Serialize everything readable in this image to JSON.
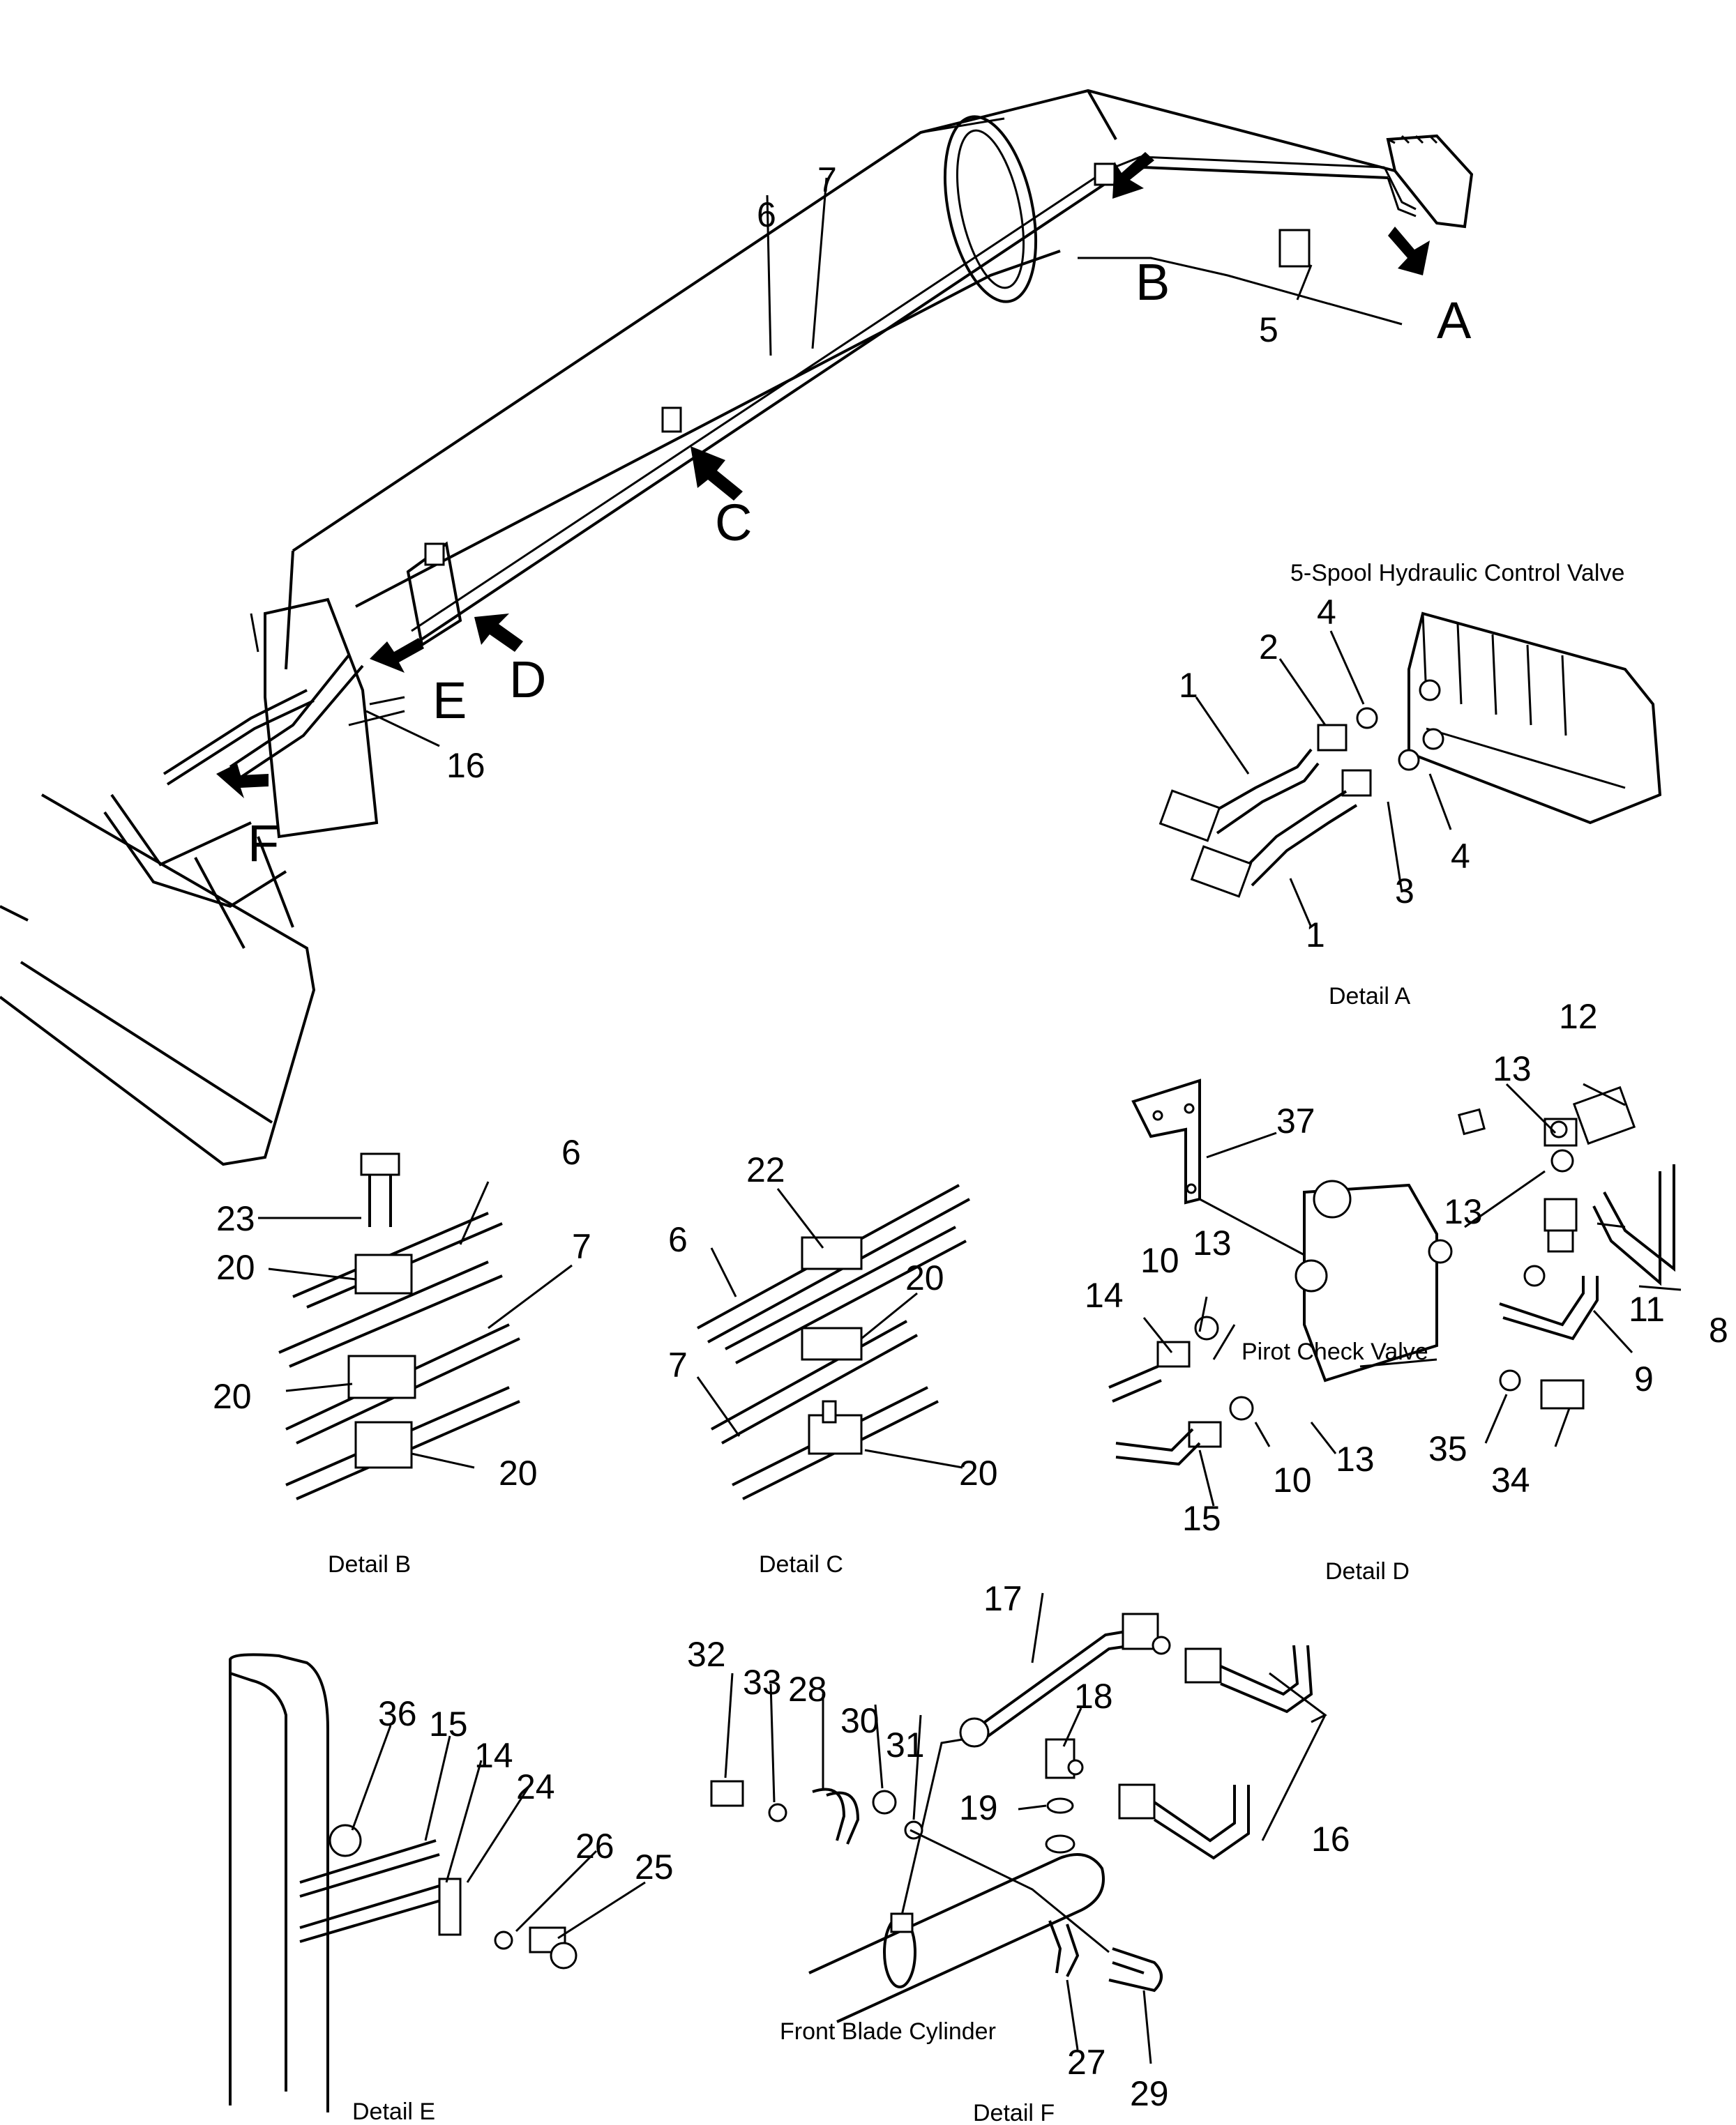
{
  "callouts": {
    "A": "A",
    "B": "B",
    "C": "C",
    "D": "D",
    "E": "E",
    "F": "F"
  },
  "main_numbers": {
    "n6": "6",
    "n7": "7",
    "n5": "5",
    "n16": "16"
  },
  "detail_a": {
    "title": "5-Spool Hydraulic Control Valve",
    "caption": "Detail A",
    "labels": [
      "1",
      "2",
      "4",
      "4",
      "3",
      "1"
    ]
  },
  "detail_b": {
    "caption": "Detail B",
    "labels": [
      "23",
      "6",
      "20",
      "7",
      "20",
      "20"
    ]
  },
  "detail_c": {
    "caption": "Detail C",
    "labels": [
      "22",
      "6",
      "20",
      "7",
      "20"
    ]
  },
  "detail_d": {
    "label_text": "Pirot Check Valve",
    "caption": "Detail D",
    "labels": [
      "12",
      "13",
      "37",
      "13",
      "10",
      "13",
      "14",
      "11",
      "8",
      "9",
      "10",
      "13",
      "15",
      "35",
      "34"
    ]
  },
  "detail_e": {
    "caption": "Detail E",
    "labels": [
      "36",
      "15",
      "14",
      "24",
      "26",
      "25"
    ]
  },
  "detail_f": {
    "label_text": "Front Blade Cylinder",
    "caption": "Detail F",
    "labels": [
      "17",
      "32",
      "33",
      "28",
      "30",
      "31",
      "18",
      "19",
      "16",
      "27",
      "29"
    ]
  }
}
